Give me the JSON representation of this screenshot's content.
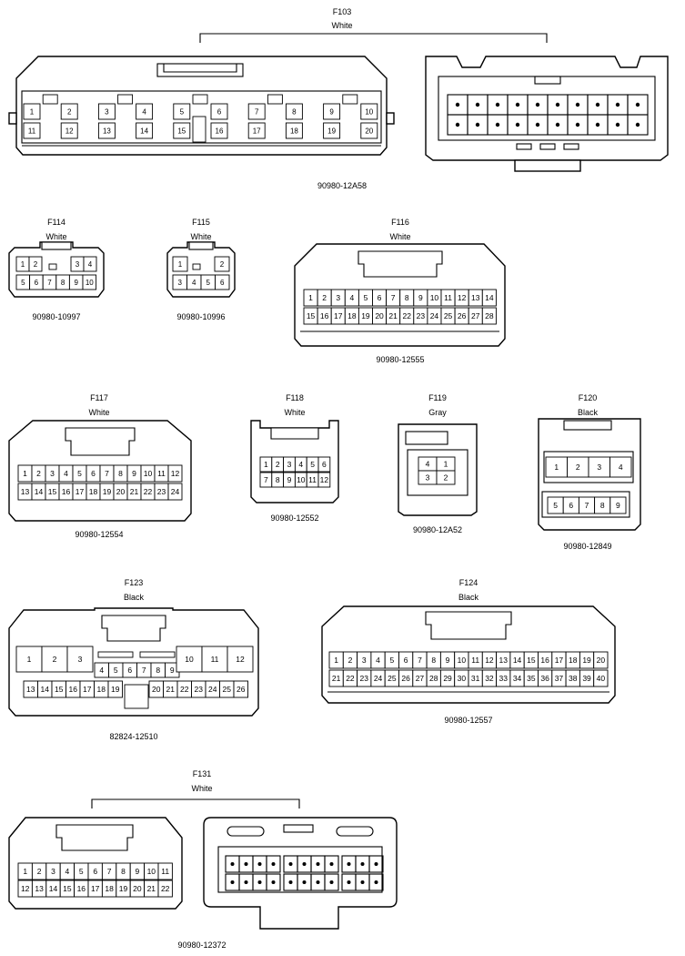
{
  "connectors": {
    "F103": {
      "name": "F103",
      "color": "White",
      "part": "90980-12A58",
      "pins": [
        "1",
        "2",
        "3",
        "4",
        "5",
        "6",
        "7",
        "8",
        "9",
        "10",
        "11",
        "12",
        "13",
        "14",
        "15",
        "16",
        "17",
        "18",
        "19",
        "20"
      ]
    },
    "F114": {
      "name": "F114",
      "color": "White",
      "part": "90980-10997",
      "pins": [
        "1",
        "2",
        "3",
        "4",
        "5",
        "6",
        "7",
        "8",
        "9",
        "10"
      ]
    },
    "F115": {
      "name": "F115",
      "color": "White",
      "part": "90980-10996",
      "pins": [
        "1",
        "2",
        "3",
        "4",
        "5",
        "6"
      ]
    },
    "F116": {
      "name": "F116",
      "color": "White",
      "part": "90980-12555",
      "pins": [
        "1",
        "2",
        "3",
        "4",
        "5",
        "6",
        "7",
        "8",
        "9",
        "10",
        "11",
        "12",
        "13",
        "14",
        "15",
        "16",
        "17",
        "18",
        "19",
        "20",
        "21",
        "22",
        "23",
        "24",
        "25",
        "26",
        "27",
        "28"
      ]
    },
    "F117": {
      "name": "F117",
      "color": "White",
      "part": "90980-12554",
      "pins": [
        "1",
        "2",
        "3",
        "4",
        "5",
        "6",
        "7",
        "8",
        "9",
        "10",
        "11",
        "12",
        "13",
        "14",
        "15",
        "16",
        "17",
        "18",
        "19",
        "20",
        "21",
        "22",
        "23",
        "24"
      ]
    },
    "F118": {
      "name": "F118",
      "color": "White",
      "part": "90980-12552",
      "pins": [
        "1",
        "2",
        "3",
        "4",
        "5",
        "6",
        "7",
        "8",
        "9",
        "10",
        "11",
        "12"
      ]
    },
    "F119": {
      "name": "F119",
      "color": "Gray",
      "part": "90980-12A52",
      "pins": [
        "1",
        "2",
        "3",
        "4"
      ]
    },
    "F120": {
      "name": "F120",
      "color": "Black",
      "part": "90980-12849",
      "pins": [
        "1",
        "2",
        "3",
        "4",
        "5",
        "6",
        "7",
        "8",
        "9"
      ]
    },
    "F123": {
      "name": "F123",
      "color": "Black",
      "part": "82824-12510",
      "pins": [
        "1",
        "2",
        "3",
        "4",
        "5",
        "6",
        "7",
        "8",
        "9",
        "10",
        "11",
        "12",
        "13",
        "14",
        "15",
        "16",
        "17",
        "18",
        "19",
        "20",
        "21",
        "22",
        "23",
        "24",
        "25",
        "26"
      ]
    },
    "F124": {
      "name": "F124",
      "color": "Black",
      "part": "90980-12557",
      "pins": [
        "1",
        "2",
        "3",
        "4",
        "5",
        "6",
        "7",
        "8",
        "9",
        "10",
        "11",
        "12",
        "13",
        "14",
        "15",
        "16",
        "17",
        "18",
        "19",
        "20",
        "21",
        "22",
        "23",
        "24",
        "25",
        "26",
        "27",
        "28",
        "29",
        "30",
        "31",
        "32",
        "33",
        "34",
        "35",
        "36",
        "37",
        "38",
        "39",
        "40"
      ]
    },
    "F131": {
      "name": "F131",
      "color": "White",
      "part": "90980-12372",
      "pins": [
        "1",
        "2",
        "3",
        "4",
        "5",
        "6",
        "7",
        "8",
        "9",
        "10",
        "11",
        "12",
        "13",
        "14",
        "15",
        "16",
        "17",
        "18",
        "19",
        "20",
        "21",
        "22"
      ]
    }
  }
}
